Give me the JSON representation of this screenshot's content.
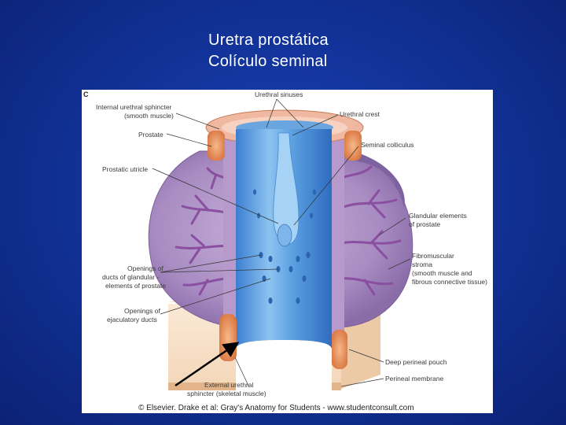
{
  "slide": {
    "title_line1": "Uretra prostática",
    "title_line2": "Colículo seminal"
  },
  "figure": {
    "panel_letter": "C",
    "labels": {
      "internal_sphincter_1": "Internal urethral sphincter",
      "internal_sphincter_2": "(smooth muscle)",
      "prostate": "Prostate",
      "prostatic_utricle": "Prostatic utricle",
      "openings_ducts_1": "Openings of",
      "openings_ducts_2": "ducts of glandular -",
      "openings_ducts_3": "elements of prostate",
      "openings_ejac_1": "Openings of",
      "openings_ejac_2": "ejaculatory ducts",
      "external_sphincter_1": "External urethral",
      "external_sphincter_2": "sphincter (skeletal muscle)",
      "urethral_sinuses": "Urethral sinuses",
      "urethral_crest": "Urethral crest",
      "seminal_colliculus": "Seminal colliculus",
      "glandular_1": "Glandular elements",
      "glandular_2": "of prostate",
      "fibromuscular_1": "Fibromuscular",
      "fibromuscular_2": "stroma",
      "fibromuscular_3": "(smooth muscle and",
      "fibromuscular_4": "fibrous connective tissue)",
      "deep_perineal": "Deep perineal pouch",
      "perineal_membrane": "Perineal membrane"
    },
    "copyright": "© Elsevier. Drake et al: Gray's Anatomy for Students - www.studentconsult.com"
  },
  "colors": {
    "background": "#12339a",
    "urethra_blue": "#5a9fe0",
    "prostate_purple": "#9e82b8",
    "sphincter_orange": "#e8925a",
    "arrow": "#000000"
  }
}
